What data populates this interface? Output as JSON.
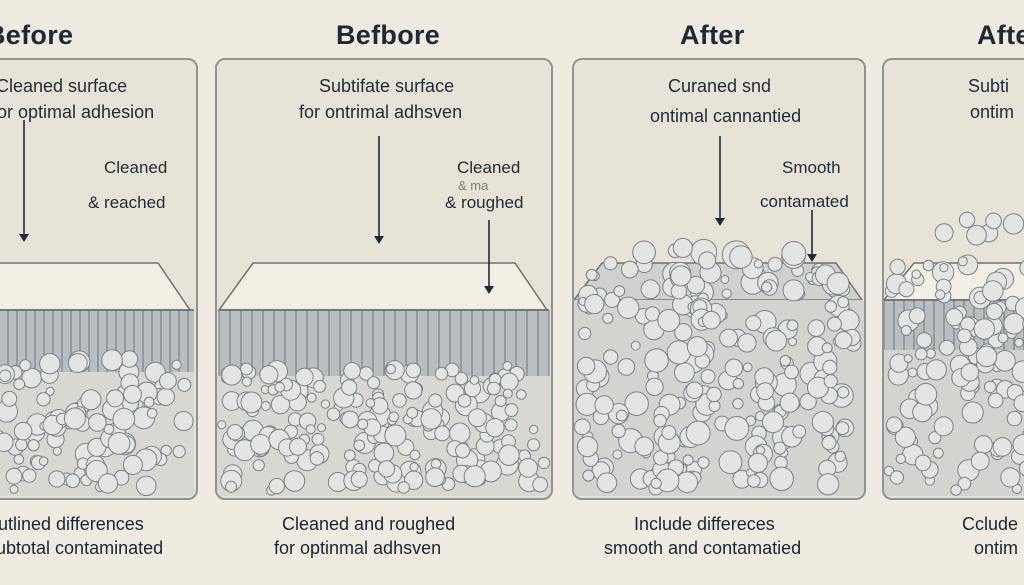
{
  "headings": [
    "Before",
    "Befbore",
    "After",
    "After"
  ],
  "panels": [
    {
      "label_line1": "Cleaned surface",
      "label_line2": "for optimal adhesion",
      "annot_line1": "Cleaned",
      "annot_line2": "& reached",
      "caption_line1": "Outlined differences",
      "caption_line2": "Subtotal contaminated"
    },
    {
      "label_line1": "Subtifate surface",
      "label_line2": "for ontrimal adhsven",
      "annot_line1": "Cleaned",
      "annot_faint": "& ma",
      "annot_line2": "& roughed",
      "caption_line1": "Cleaned and roughed",
      "caption_line2": "for optinmal adhsven"
    },
    {
      "label_line1": "Curaned snd",
      "label_line2": "ontimal cannantied",
      "annot_line1": "Smooth",
      "annot_line2": "contamated",
      "caption_line1": "Include differeces",
      "caption_line2": "smooth and contamatied"
    },
    {
      "label_line1": "Subti",
      "label_line2": "ontim",
      "caption_line1": "Cclude",
      "caption_line2": "ontim"
    }
  ],
  "colors": {
    "background": "#efebe0",
    "panel_fill": "#e7e3d6",
    "panel_border": "#8f9396",
    "surface_top": "#f3efe4",
    "stripe_fill": "#b9bec0",
    "particle_fill": "#e3e5e3",
    "particle_stroke": "#7a8287",
    "arrow": "#1f2b38"
  }
}
